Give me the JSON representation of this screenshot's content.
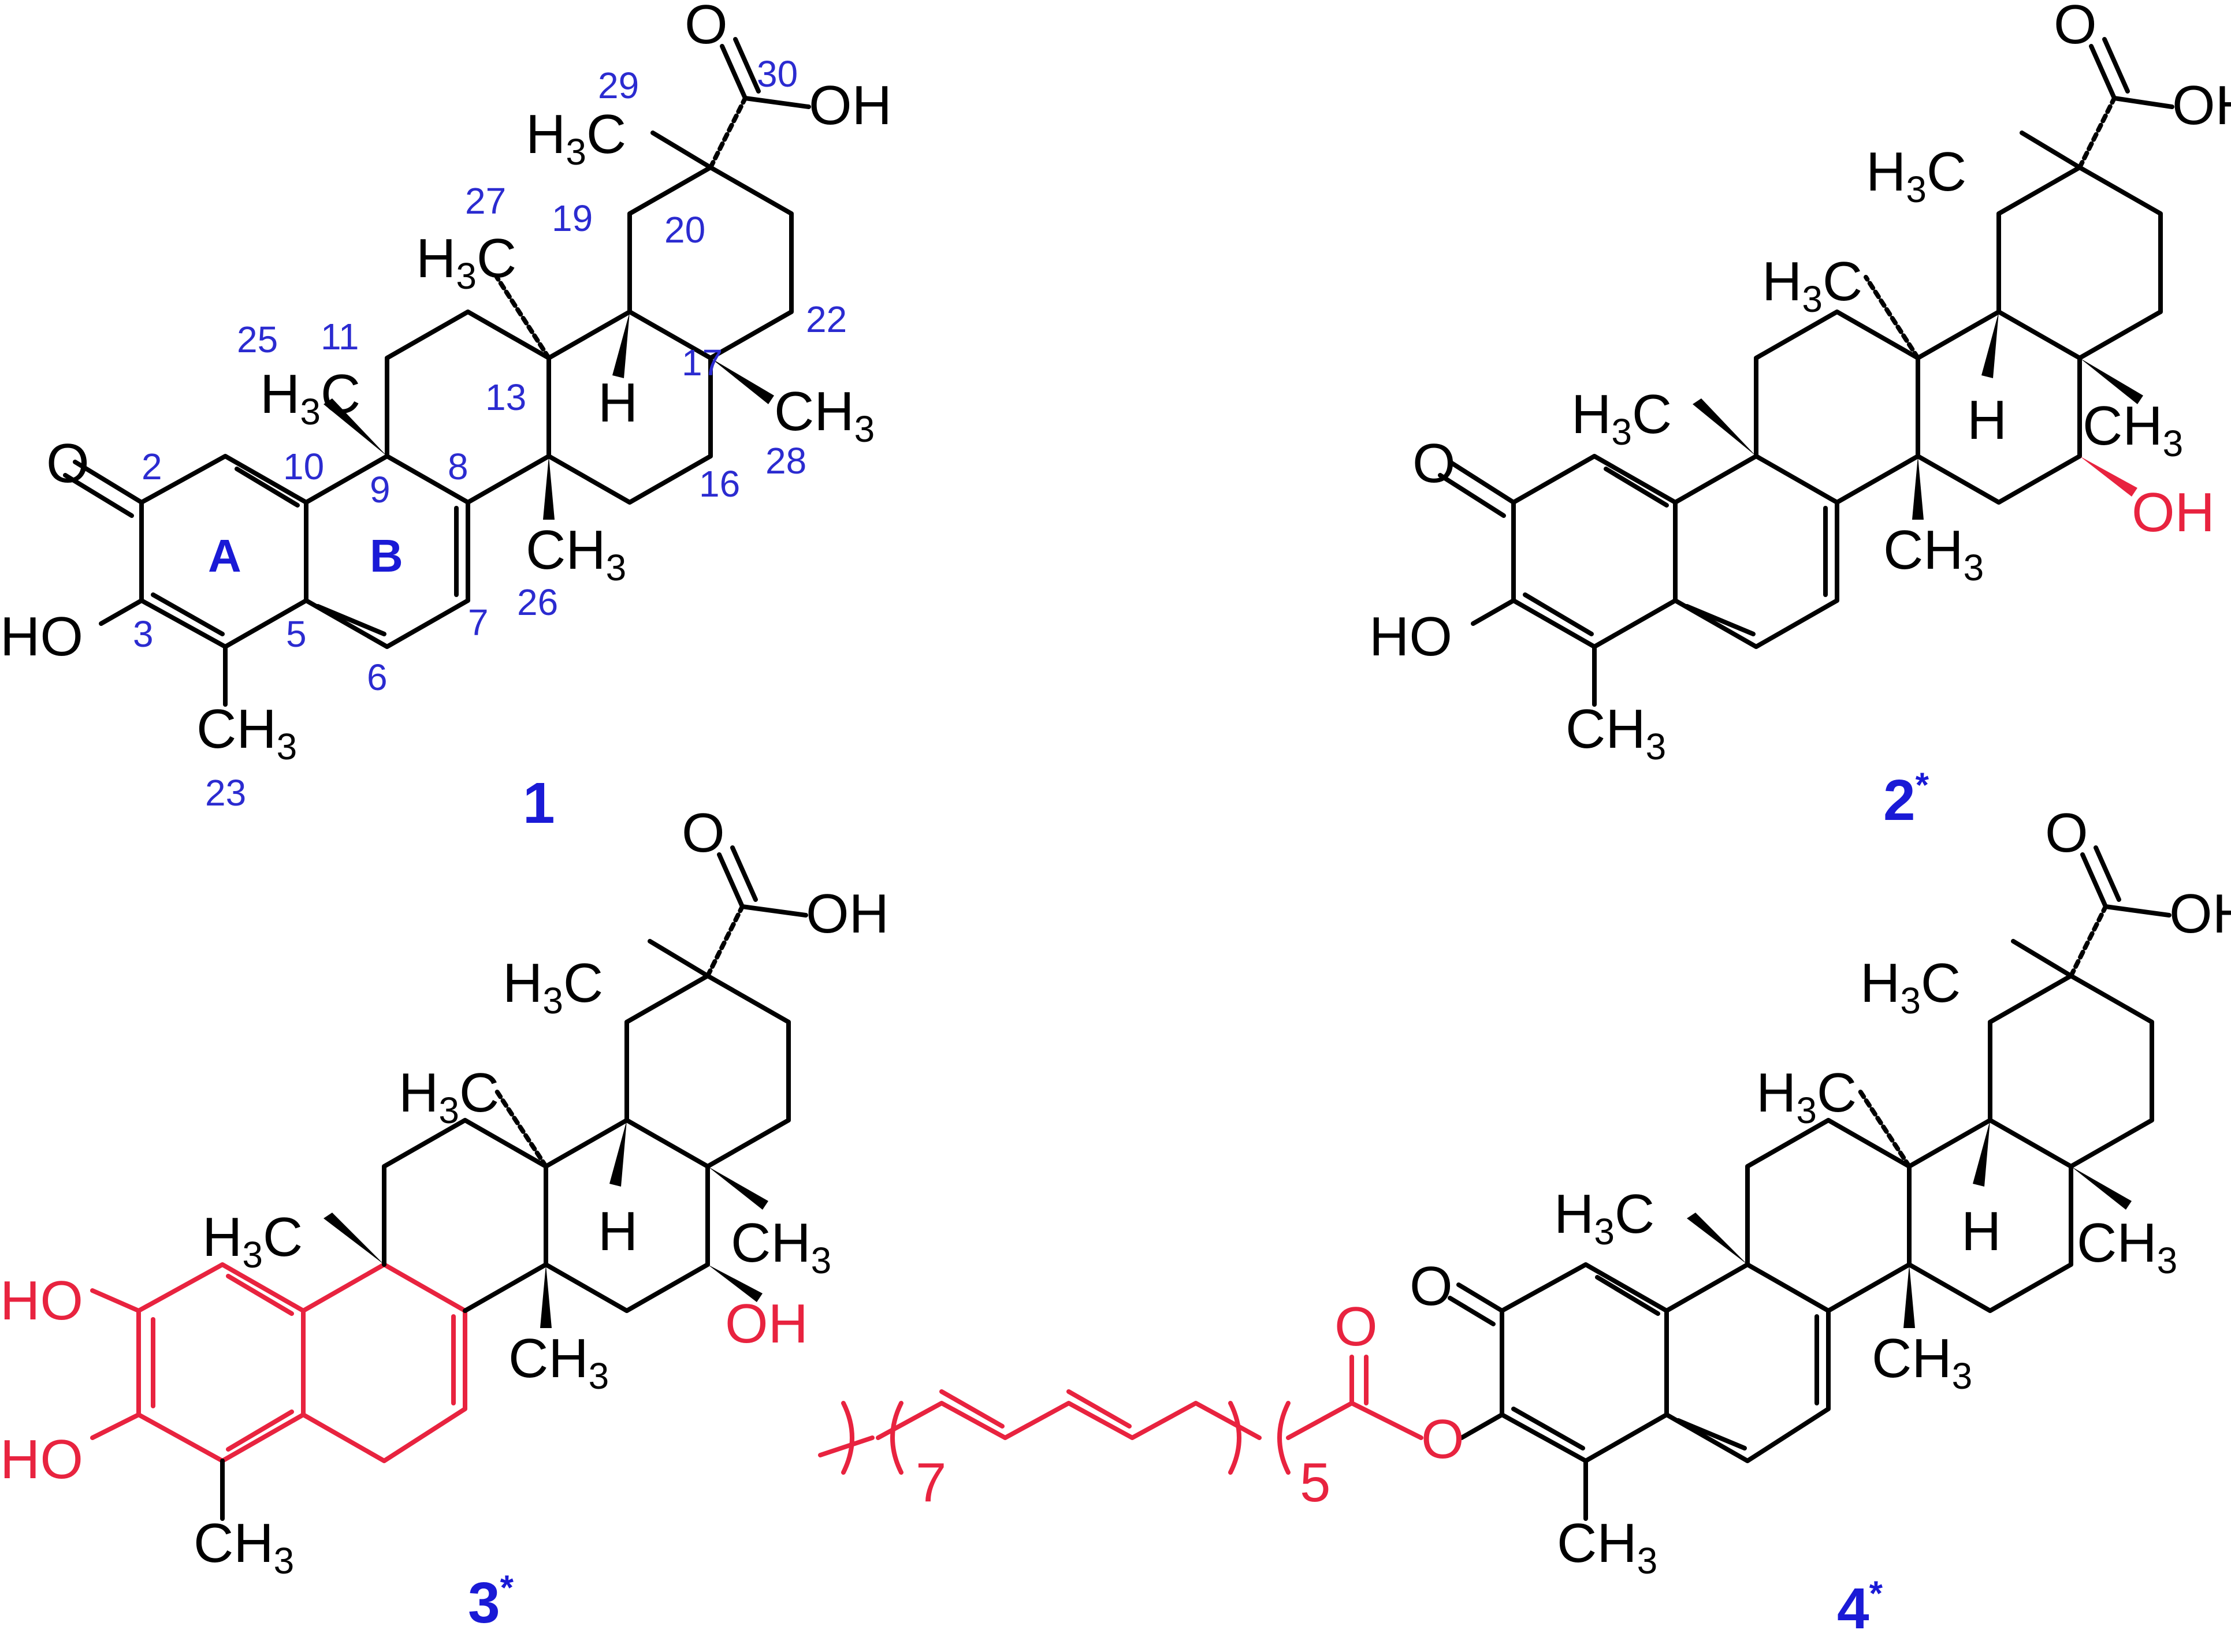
{
  "compounds": [
    {
      "id": "1",
      "caption": "1",
      "star": "",
      "labels": {
        "o_keto": "O",
        "ho": "HO",
        "ch3_23": "CH",
        "ch3_23_sub": "3",
        "h3c_25": "H",
        "h3c_25_sub": "3",
        "h3c_25_c": "C",
        "h3c_27": "H",
        "h3c_27_sub": "3",
        "h3c_27_c": "C",
        "h3c_29": "H",
        "h3c_29_sub": "3",
        "h3c_29_c": "C",
        "ch3_28": "CH",
        "ch3_28_sub": "3",
        "ch3_26": "CH",
        "ch3_26_sub": "3",
        "h_18": "H",
        "o_acid": "O",
        "oh_acid": "OH"
      },
      "ring_labels": [
        "A",
        "B"
      ],
      "numbering": [
        "2",
        "3",
        "5",
        "6",
        "7",
        "8",
        "9",
        "10",
        "11",
        "13",
        "16",
        "17",
        "19",
        "20",
        "22",
        "23",
        "25",
        "26",
        "27",
        "28",
        "29",
        "30"
      ]
    },
    {
      "id": "2",
      "caption": "2",
      "star": "*",
      "labels": {
        "o_keto": "O",
        "ho": "HO",
        "ch3": "CH",
        "ch3_sub": "3",
        "h3c_a": "H",
        "h3c_a_sub": "3",
        "h3c_a_c": "C",
        "h3c_b": "H",
        "h3c_b_sub": "3",
        "h3c_b_c": "C",
        "h3c_c": "H",
        "h3c_c_sub": "3",
        "h3c_c_c": "C",
        "ch3_d": "CH",
        "ch3_d_sub": "3",
        "ch3_e": "CH",
        "ch3_e_sub": "3",
        "h": "H",
        "oh_red": "OH",
        "o_acid": "O",
        "oh_acid": "OH"
      }
    },
    {
      "id": "3",
      "caption": "3",
      "star": "*",
      "labels": {
        "ho_1": "HO",
        "ho_2": "HO",
        "ch3": "CH",
        "ch3_sub": "3",
        "h3c_a": "H",
        "h3c_a_sub": "3",
        "h3c_a_c": "C",
        "h3c_b": "H",
        "h3c_b_sub": "3",
        "h3c_b_c": "C",
        "h3c_c": "H",
        "h3c_c_sub": "3",
        "h3c_c_c": "C",
        "ch3_d": "CH",
        "ch3_d_sub": "3",
        "ch3_e": "CH",
        "ch3_e_sub": "3",
        "h": "H",
        "oh_red": "OH",
        "o_acid": "O",
        "oh_acid": "OH"
      }
    },
    {
      "id": "4",
      "caption": "4",
      "star": "*",
      "labels": {
        "o_keto": "O",
        "ch3": "CH",
        "ch3_sub": "3",
        "h3c_a": "H",
        "h3c_a_sub": "3",
        "h3c_a_c": "C",
        "h3c_b": "H",
        "h3c_b_sub": "3",
        "h3c_b_c": "C",
        "h3c_c": "H",
        "h3c_c_sub": "3",
        "h3c_c_c": "C",
        "ch3_d": "CH",
        "ch3_d_sub": "3",
        "ch3_e": "CH",
        "ch3_e_sub": "3",
        "h": "H",
        "o_acid": "O",
        "oh_acid": "OH",
        "ester_o_carbonyl": "O",
        "ester_o_link": "O",
        "chain_n1": "7",
        "chain_n2": "5"
      }
    }
  ],
  "colors": {
    "bond": "#000000",
    "highlight": "#e8233f",
    "numbering": "#2b2bd0",
    "caption": "#1a1ad6"
  }
}
